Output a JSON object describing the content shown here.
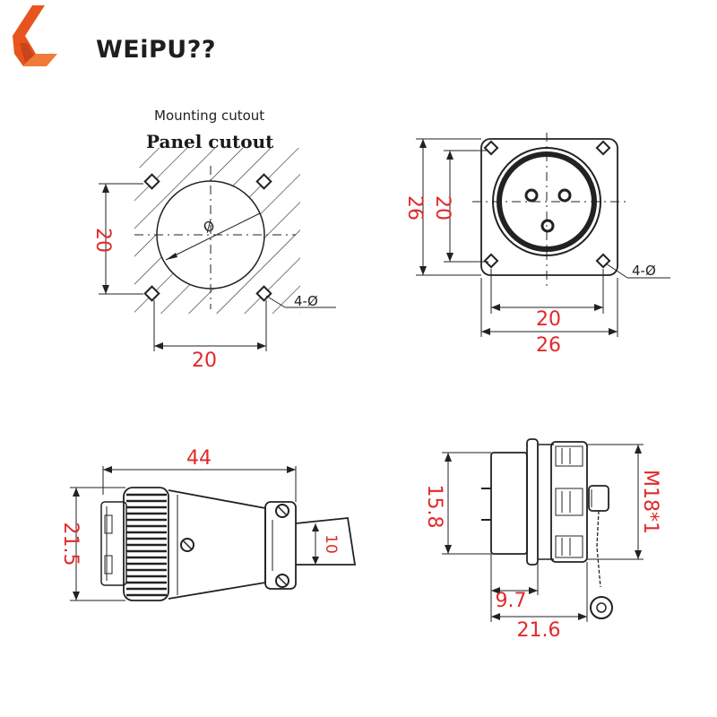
{
  "brand": {
    "name": "WEiPU??",
    "accent": "#e8541e"
  },
  "panel_cutout": {
    "caption_en": "Mounting cutout",
    "caption_print": "Panel cutout",
    "dim_height": "20",
    "dim_width": "20",
    "hole_label": "4-Ø",
    "bore_label": "Ø"
  },
  "socket_front": {
    "dim_outer_h": "26",
    "dim_inner_h": "20",
    "dim_inner_w": "20",
    "dim_outer_w": "26",
    "hole_label": "4-Ø"
  },
  "plug_side": {
    "dim_length": "44",
    "dim_diameter": "21.5",
    "dim_cable": "10"
  },
  "socket_side": {
    "dim_body": "15.8",
    "dim_thread": "M18*1",
    "dim_front": "9.7",
    "dim_total": "21.6"
  },
  "colors": {
    "dimension_text": "#e02a2a",
    "line": "#222222"
  }
}
